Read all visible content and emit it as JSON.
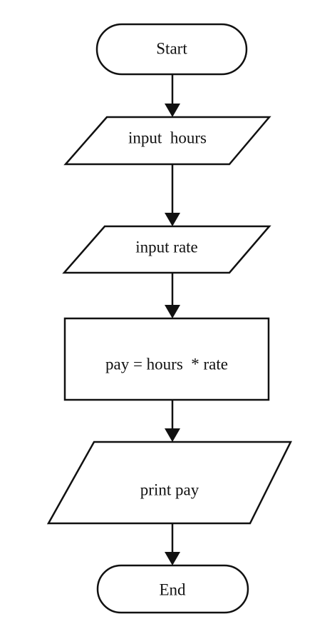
{
  "flowchart": {
    "steps": [
      {
        "id": "start",
        "shape": "terminal",
        "label": "Start"
      },
      {
        "id": "input-hours",
        "shape": "input-output",
        "label": "input  hours"
      },
      {
        "id": "input-rate",
        "shape": "input-output",
        "label": "input rate"
      },
      {
        "id": "compute-pay",
        "shape": "process",
        "label": "pay = hours  * rate"
      },
      {
        "id": "print-pay",
        "shape": "input-output",
        "label": "print pay"
      },
      {
        "id": "end",
        "shape": "terminal",
        "label": "End"
      }
    ],
    "connections": [
      {
        "from": "start",
        "to": "input-hours"
      },
      {
        "from": "input-hours",
        "to": "input-rate"
      },
      {
        "from": "input-rate",
        "to": "compute-pay"
      },
      {
        "from": "compute-pay",
        "to": "print-pay"
      },
      {
        "from": "print-pay",
        "to": "end"
      }
    ],
    "colors": {
      "stroke": "#111111",
      "fill": "#ffffff",
      "background": "#ffffff"
    }
  }
}
